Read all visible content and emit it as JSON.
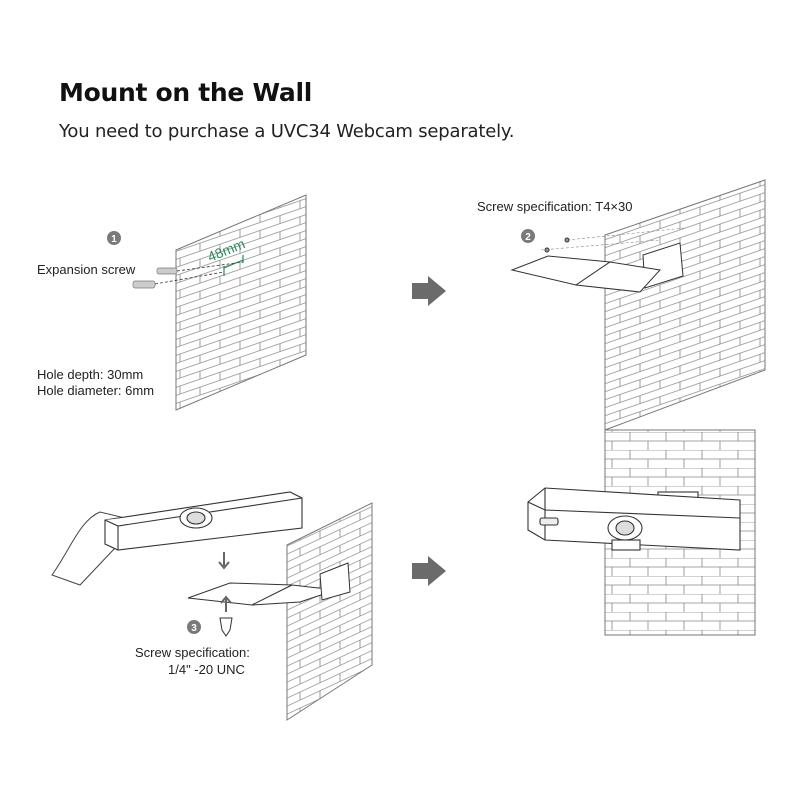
{
  "title": "Mount on the Wall",
  "subtitle": "You need to purchase a UVC34 Webcam separately.",
  "steps": [
    {
      "number": "1",
      "labels": {
        "screw": "Expansion screw",
        "distance": "48mm",
        "depth": "Hole depth: 30mm",
        "diameter": "Hole diameter: 6mm"
      }
    },
    {
      "number": "2",
      "labels": {
        "spec": "Screw specification: T4×30"
      }
    },
    {
      "number": "3",
      "labels": {
        "spec_line1": "Screw specification:",
        "spec_line2": "1/4\" -20 UNC"
      }
    }
  ],
  "colors": {
    "accent": "#2a8a5a",
    "arrow": "#6b6b6b",
    "badge": "#7a7a7a"
  }
}
